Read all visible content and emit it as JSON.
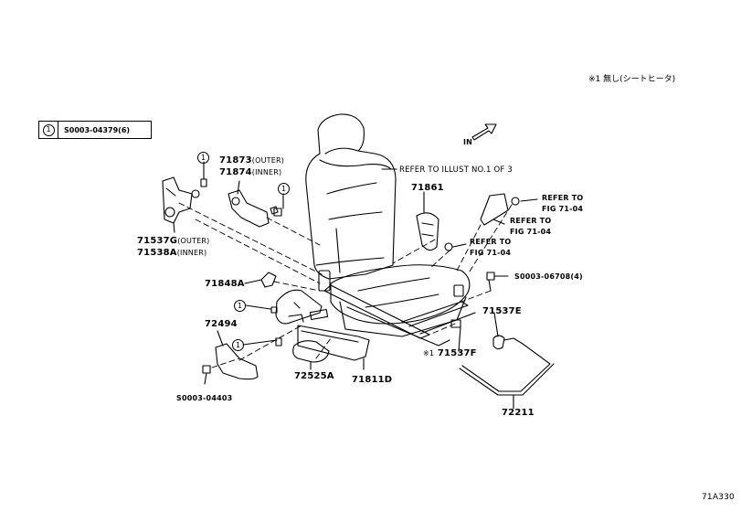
{
  "note_top": "※1  無し(シートヒータ)",
  "legend": {
    "marker": "1",
    "part": "S0003-04379(6)"
  },
  "in_arrow_label": "IN",
  "refer_illust": "REFER TO ILLUST NO.1 OF 3",
  "labels": {
    "p71861": "71861",
    "p71873": "71873",
    "p71873_sub": "(OUTER)",
    "p71874": "71874",
    "p71874_sub": "(INNER)",
    "p71537g": "71537G",
    "p71537g_sub": "(OUTER)",
    "p71538a": "71538A",
    "p71538a_sub": "(INNER)",
    "p71848a": "71848A",
    "p72494": "72494",
    "p72525a": "72525A",
    "p71811d": "71811D",
    "p71537e": "71537E",
    "p71537f_mark": "※1",
    "p71537f": "71537F",
    "p72211": "72211",
    "s0003_04403": "S0003-04403",
    "s0003_06708": "S0003-06708(4)",
    "refer_a_1": "REFER TO",
    "refer_a_2": "FIG 71-04",
    "refer_b_1": "REFER TO",
    "refer_b_2": "FIG 71-04",
    "refer_c_1": "REFER TO",
    "refer_c_2": "FIG 71-04"
  },
  "callout_marker": "1",
  "diagram_code": "71A330"
}
